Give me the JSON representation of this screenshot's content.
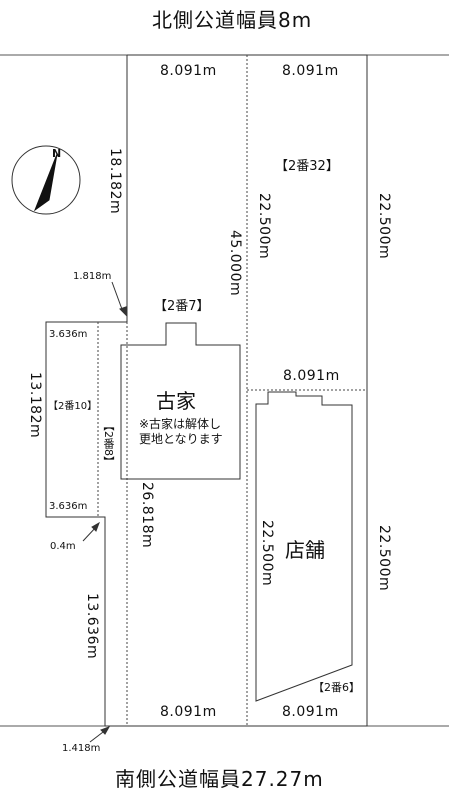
{
  "roads": {
    "north": "北側公道幅員8m",
    "south": "南側公道幅員27.27m"
  },
  "compass": {
    "label": "N"
  },
  "dimensions": {
    "top_left": "8.091m",
    "top_right": "8.091m",
    "bottom_left": "8.091m",
    "bottom_right": "8.091m",
    "middle_right": "8.091m",
    "west_upper": "18.182m",
    "west_lower": "13.636m",
    "center_long": "45.000m",
    "lot32_inner": "22.500m",
    "east_upper": "22.500m",
    "east_lower": "22.500m",
    "shop_inner": "22.500m",
    "lot8_long": "26.818m",
    "lot10_side": "13.182m",
    "lot10_top": "3.636m",
    "lot10_bottom": "3.636m",
    "notch_top": "1.818m",
    "notch_mid": "0.4m",
    "bottom_offset": "1.418m"
  },
  "lots": {
    "lot7": "【2番7】",
    "lot32": "【2番32】",
    "lot10": "【2番10】",
    "lot8": "【2番8】",
    "lot6": "【2番6】"
  },
  "buildings": {
    "old_house": {
      "label": "古家",
      "note": "※古家は解体し\n更地となります"
    },
    "shop": {
      "label": "店舗"
    }
  }
}
